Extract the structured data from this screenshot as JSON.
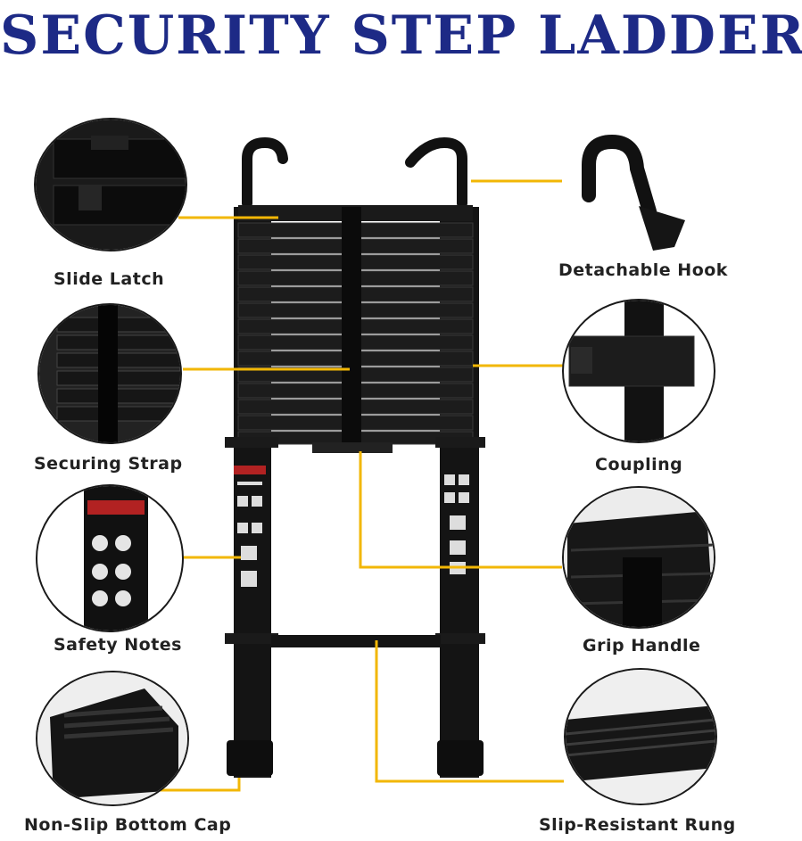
{
  "title": "SECURITY STEP LADDER",
  "labels": {
    "slide_latch": "Slide Latch",
    "detachable_hook": "Detachable Hook",
    "securing_strap": "Securing Strap",
    "coupling": "Coupling",
    "safety_notes": "Safety Notes",
    "grip_handle": "Grip Handle",
    "non_slip_cap": "Non-Slip Bottom Cap",
    "slip_resistant_rung": "Slip-Resistant Rung"
  },
  "colors": {
    "title": "#1d2a86",
    "callout_line": "#f2b705",
    "ladder": "#111111"
  }
}
